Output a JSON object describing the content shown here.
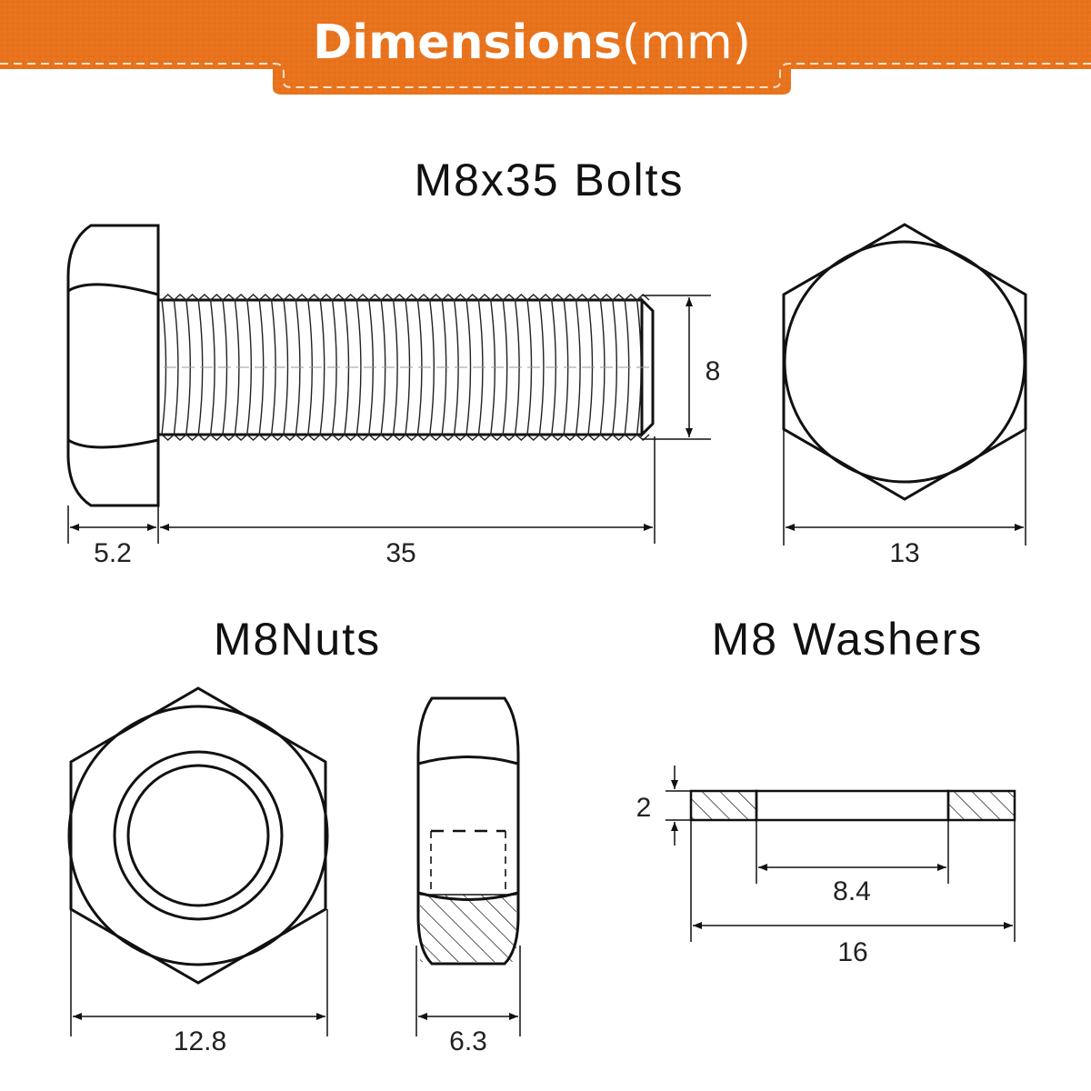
{
  "header": {
    "title_bold": "Dimensions",
    "title_unit": "(mm)",
    "banner_color": "#e8731c",
    "banner_dark": "#c85a10"
  },
  "bolts": {
    "title": "M8x35 Bolts",
    "head_height": "5.2",
    "length": "35",
    "thread_diameter": "8",
    "head_width": "13"
  },
  "nuts": {
    "title": "M8Nuts",
    "width": "12.8",
    "thickness": "6.3"
  },
  "washers": {
    "title": "M8 Washers",
    "thickness": "2",
    "inner_diameter": "8.4",
    "outer_diameter": "16"
  }
}
